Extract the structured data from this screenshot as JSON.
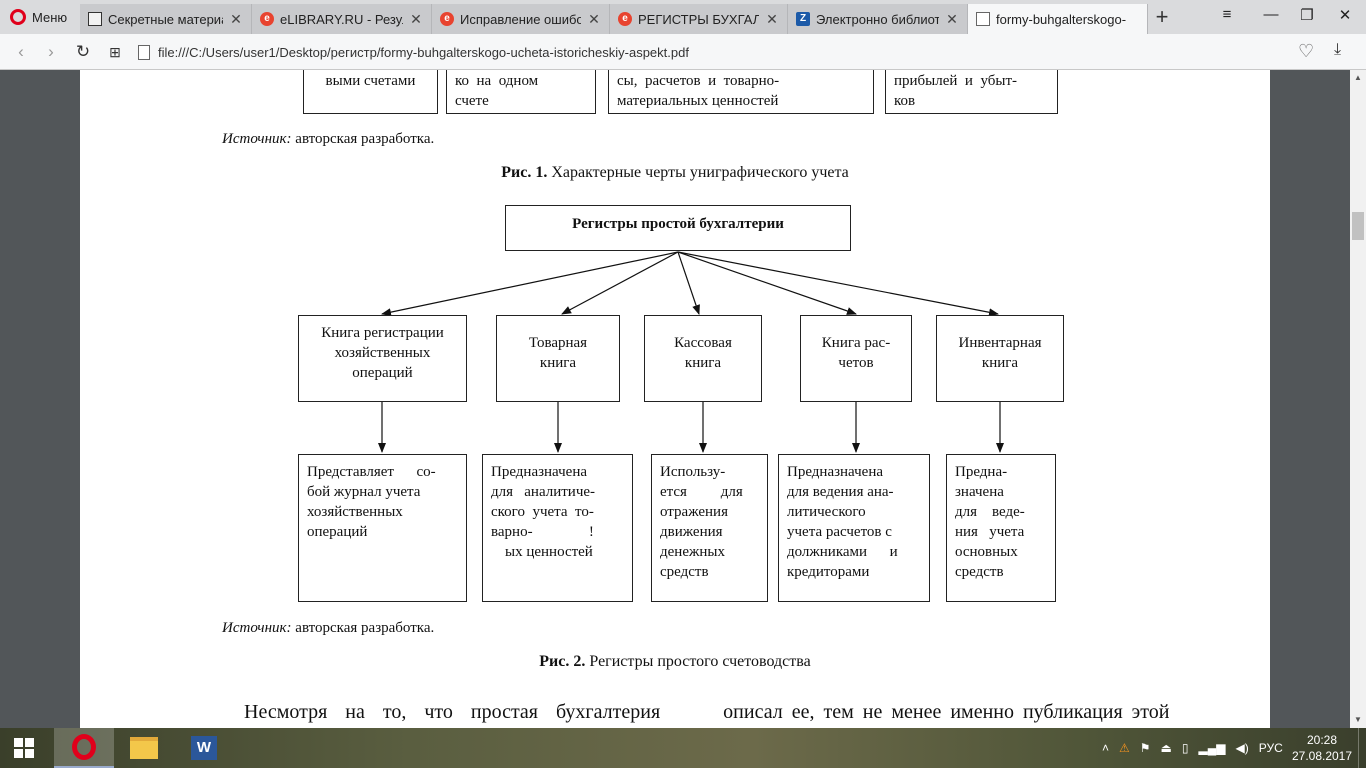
{
  "browser": {
    "menu_label": "Меню",
    "tabs": [
      {
        "title": "Секретные материалы",
        "icon": "chart-favicon-icon",
        "active": false
      },
      {
        "title": "eLIBRARY.RU - Результ",
        "icon": "elibrary-favicon-icon",
        "active": false
      },
      {
        "title": "Исправление ошибок",
        "icon": "elibrary-favicon-icon",
        "active": false
      },
      {
        "title": "РЕГИСТРЫ БУХГАЛТЕР",
        "icon": "elibrary-favicon-icon",
        "active": false
      },
      {
        "title": "Электронно библиоте",
        "icon": "z-library-favicon-icon",
        "active": false
      },
      {
        "title": "formy-buhgalterskogo-",
        "icon": "pdf-document-favicon-icon",
        "active": true
      }
    ],
    "url": "file:///C:/Users/user1/Desktop/регистр/formy-buhgalterskogo-ucheta-istoricheskiy-aspekt.pdf"
  },
  "document": {
    "fig1_tail_boxes": [
      {
        "lines": [
          "выми счетами"
        ]
      },
      {
        "lines": [
          "ко  на  одном",
          "счете"
        ]
      },
      {
        "lines": [
          "сы,  расчетов  и  товарно-",
          "материальных ценностей"
        ]
      },
      {
        "lines": [
          "прибылей  и  убыт-",
          "ков"
        ]
      }
    ],
    "source1_label": "Источник:",
    "source1_text": " авторская разработка.",
    "fig1_caption_bold": "Рис. 1.",
    "fig1_caption_text": " Характерные черты униграфического учета",
    "root_box": "Регистры простой бухгалтерии",
    "level1": [
      [
        "Книга регистрации",
        "хозяйственных",
        "операций"
      ],
      [
        "Товарная",
        "книга"
      ],
      [
        "Кассовая",
        "книга"
      ],
      [
        "Книга рас-",
        "четов"
      ],
      [
        "Инвентарная",
        "книга"
      ]
    ],
    "level2": [
      [
        "Представляет      со-",
        "бой журнал учета",
        "хозяйственных",
        "операций"
      ],
      [
        "Предназначена",
        "для   аналитиче-",
        "ского  учета  то-",
        "варно-               !",
        "ых ценностей"
      ],
      [
        "Использу-",
        "ется         для",
        "отражения",
        "движения",
        "денежных",
        "средств"
      ],
      [
        "Предназначена",
        "для ведения ана-",
        "литического",
        "учета расчетов с",
        "должниками      и",
        "кредиторами"
      ],
      [
        "Предна-",
        "значена",
        "для    веде-",
        "ния   учета",
        "основных",
        "средств"
      ]
    ],
    "source2_label": "Источник:",
    "source2_text": " авторская разработка.",
    "fig2_caption_bold": "Рис. 2.",
    "fig2_caption_text": " Регистры простого счетоводства",
    "paragraph_start": "Несмотря  на  то,  что  простая  бухгалтерия       описал ее, тем не менее именно публикация этой"
  },
  "taskbar": {
    "apps": [
      {
        "name": "opera",
        "active": true
      },
      {
        "name": "file-explorer",
        "active": false
      },
      {
        "name": "word",
        "active": false
      }
    ],
    "language": "РУС",
    "time": "20:28",
    "date": "27.08.2017"
  }
}
